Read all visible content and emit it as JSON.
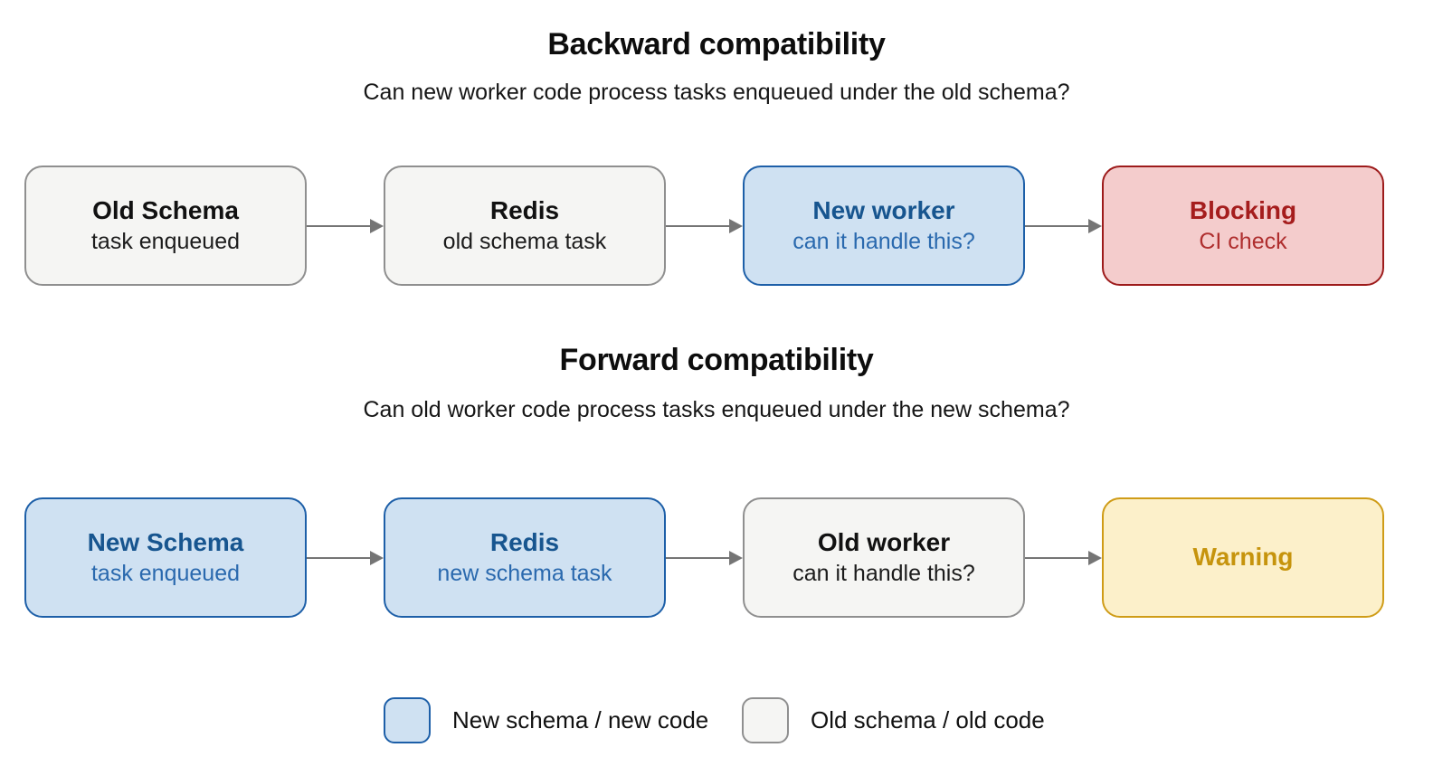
{
  "sections": [
    {
      "title": "Backward compatibility",
      "subtitle": "Can new worker code process tasks enqueued under the old schema?",
      "nodes": [
        {
          "title": "Old Schema",
          "subtitle": "task enqueued",
          "variant": "old-schema-old-code"
        },
        {
          "title": "Redis",
          "subtitle": "old schema task",
          "variant": "old-schema-old-code"
        },
        {
          "title": "New worker",
          "subtitle": "can it handle this?",
          "variant": "new-schema-new-code"
        },
        {
          "title": "Blocking",
          "subtitle": "CI check",
          "variant": "blocking-outcome"
        }
      ]
    },
    {
      "title": "Forward compatibility",
      "subtitle": "Can old worker code process tasks enqueued under the new schema?",
      "nodes": [
        {
          "title": "New Schema",
          "subtitle": "task enqueued",
          "variant": "new-schema-new-code"
        },
        {
          "title": "Redis",
          "subtitle": "new schema task",
          "variant": "new-schema-new-code"
        },
        {
          "title": "Old worker",
          "subtitle": "can it handle this?",
          "variant": "old-schema-old-code"
        },
        {
          "title": "Warning",
          "variant": "warning-outcome"
        }
      ]
    }
  ],
  "legend": [
    {
      "label": "New schema / new code",
      "swatch": "new-schema-swatch"
    },
    {
      "label": "Old schema / old code",
      "swatch": "old-schema-swatch"
    }
  ],
  "colors": {
    "new-fill": "#cfe1f2",
    "new-border": "#1d5fa8",
    "new-title": "#17558f",
    "new-sub": "#2a69ae",
    "old-fill": "#f5f5f3",
    "old-border": "#8f8f8f",
    "old-title": "#111111",
    "old-sub": "#1c1c1c",
    "blocking-fill": "#f4cccc",
    "blocking-border": "#9d1b1b",
    "blocking-title": "#a51d1d",
    "blocking-sub": "#af2e2e",
    "warning-fill": "#fcf0ca",
    "warning-border": "#cf9c17",
    "warning-text": "#c6940d",
    "arrow": "#757575"
  }
}
